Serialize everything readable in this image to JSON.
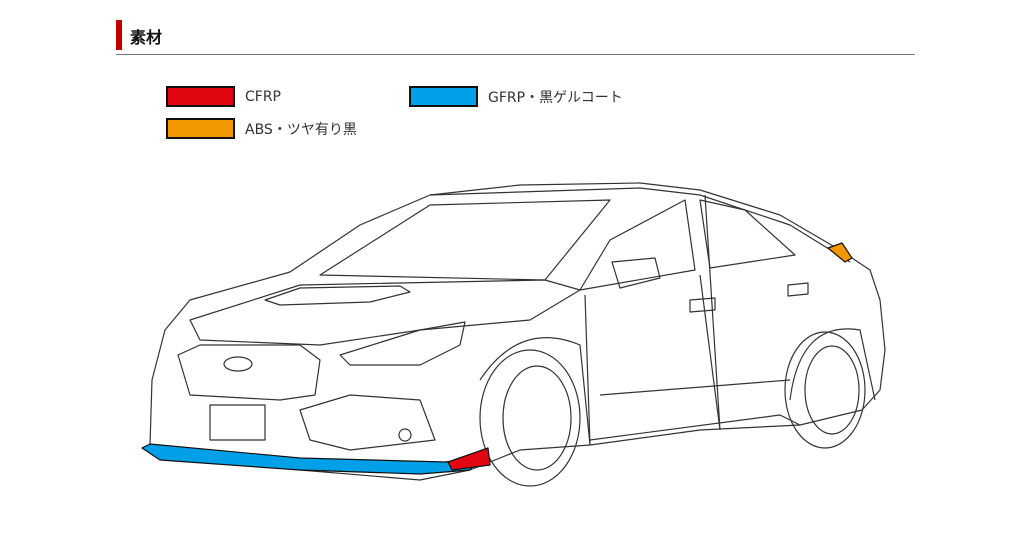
{
  "section": {
    "title": "素材"
  },
  "legend": [
    {
      "label": "CFRP",
      "color": "#e20613"
    },
    {
      "label": "GFRP・黒ゲルコート",
      "color": "#00a0e9"
    },
    {
      "label": "ABS・ツヤ有り黒",
      "color": "#f39800"
    }
  ]
}
